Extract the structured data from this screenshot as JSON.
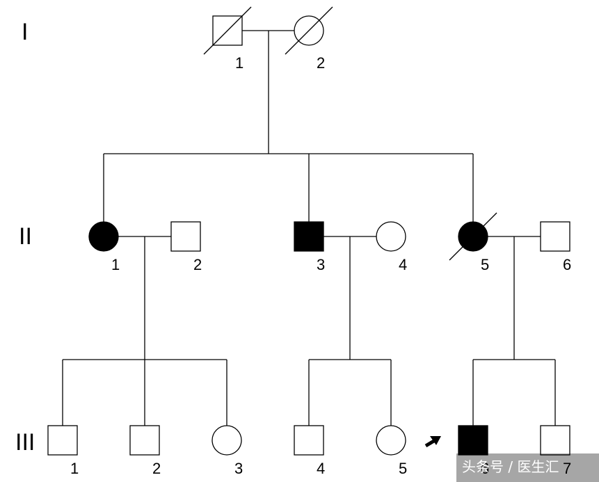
{
  "generations": [
    "I",
    "II",
    "III"
  ],
  "individuals": [
    {
      "id": "I-1",
      "label": "1",
      "sex": "male",
      "affected": false,
      "deceased": true
    },
    {
      "id": "I-2",
      "label": "2",
      "sex": "female",
      "affected": false,
      "deceased": true
    },
    {
      "id": "II-1",
      "label": "1",
      "sex": "female",
      "affected": true,
      "deceased": false
    },
    {
      "id": "II-2",
      "label": "2",
      "sex": "male",
      "affected": false,
      "deceased": false
    },
    {
      "id": "II-3",
      "label": "3",
      "sex": "male",
      "affected": true,
      "deceased": false
    },
    {
      "id": "II-4",
      "label": "4",
      "sex": "female",
      "affected": false,
      "deceased": false
    },
    {
      "id": "II-5",
      "label": "5",
      "sex": "female",
      "affected": true,
      "deceased": true
    },
    {
      "id": "II-6",
      "label": "6",
      "sex": "male",
      "affected": false,
      "deceased": false
    },
    {
      "id": "III-1",
      "label": "1",
      "sex": "male",
      "affected": false,
      "deceased": false
    },
    {
      "id": "III-2",
      "label": "2",
      "sex": "male",
      "affected": false,
      "deceased": false
    },
    {
      "id": "III-3",
      "label": "3",
      "sex": "female",
      "affected": false,
      "deceased": false
    },
    {
      "id": "III-4",
      "label": "4",
      "sex": "male",
      "affected": false,
      "deceased": false
    },
    {
      "id": "III-5",
      "label": "5",
      "sex": "female",
      "affected": false,
      "deceased": false
    },
    {
      "id": "III-6",
      "label": "6",
      "sex": "male",
      "affected": true,
      "deceased": false,
      "proband": true
    },
    {
      "id": "III-7",
      "label": "7",
      "sex": "male",
      "affected": false,
      "deceased": false
    }
  ],
  "couples": [
    {
      "partners": [
        "I-1",
        "I-2"
      ],
      "children": [
        "II-1",
        "II-3",
        "II-5"
      ]
    },
    {
      "partners": [
        "II-1",
        "II-2"
      ],
      "children": [
        "III-1",
        "III-2",
        "III-3"
      ]
    },
    {
      "partners": [
        "II-3",
        "II-4"
      ],
      "children": [
        "III-4",
        "III-5"
      ]
    },
    {
      "partners": [
        "II-5",
        "II-6"
      ],
      "children": [
        "III-6",
        "III-7"
      ]
    }
  ],
  "watermark": "头条号 / 医生汇"
}
